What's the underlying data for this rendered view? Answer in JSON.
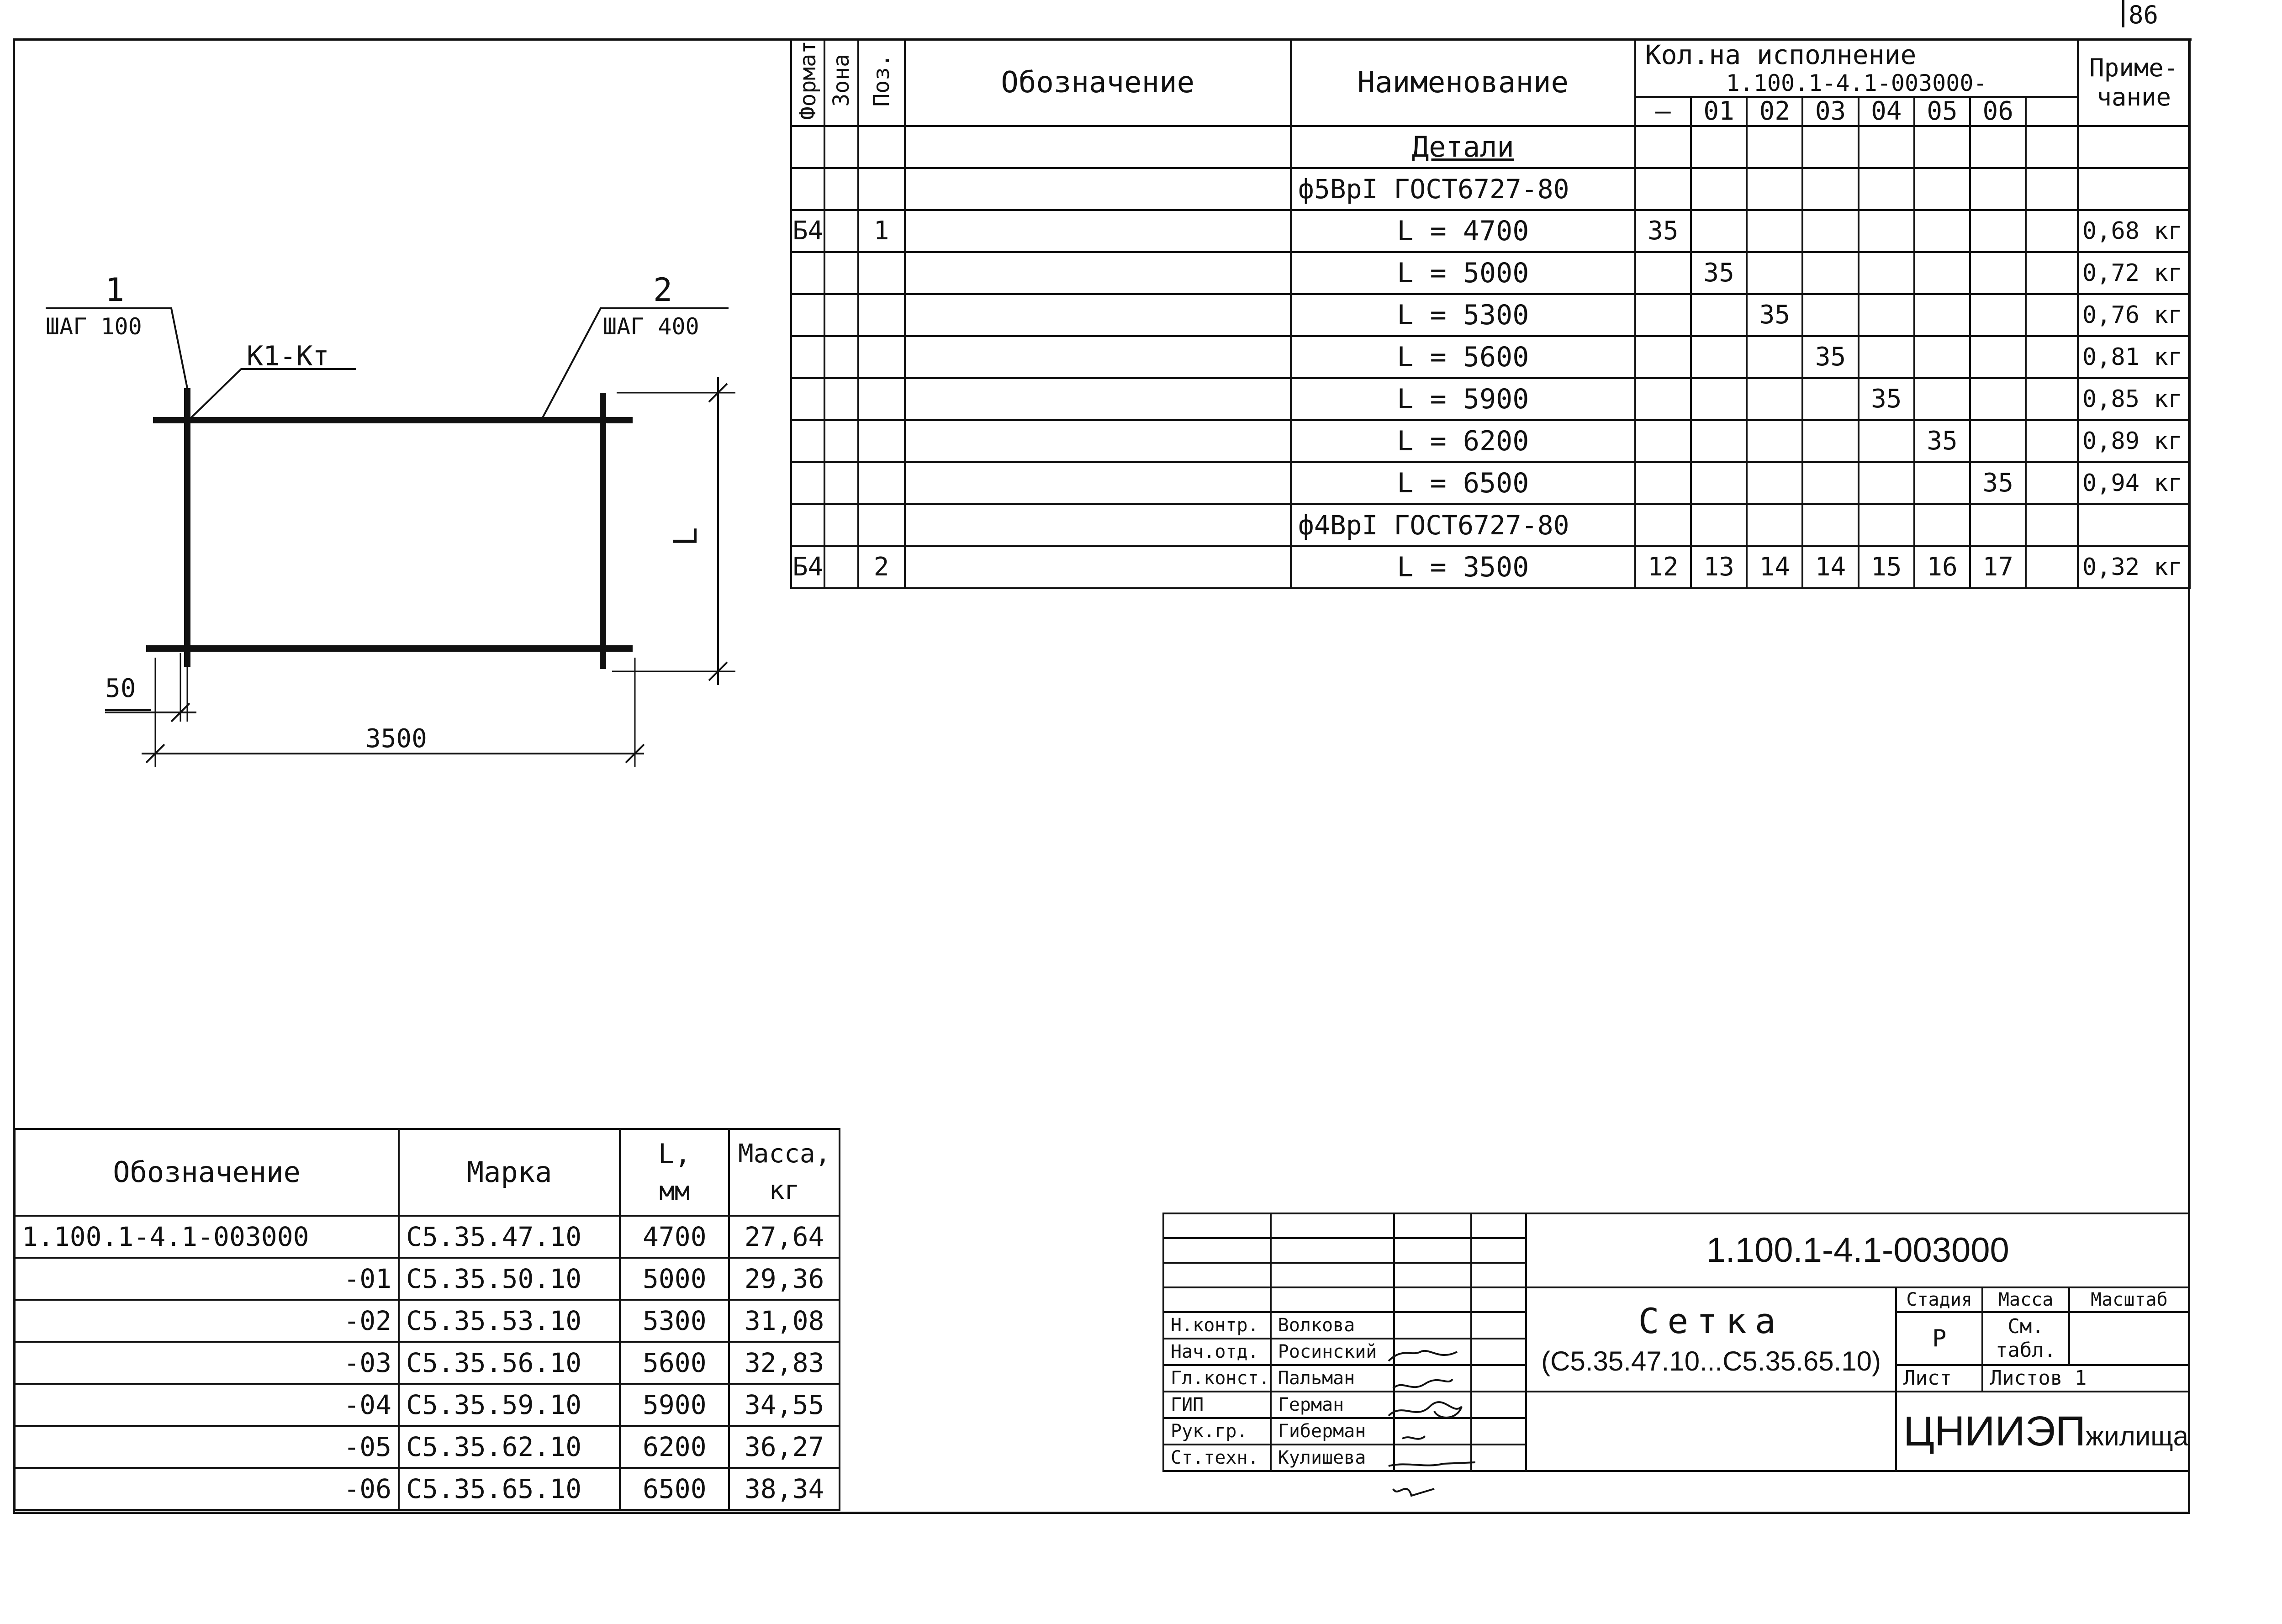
{
  "sheet_number": "86",
  "spec": {
    "headers": {
      "format": "Формат",
      "zone": "Зона",
      "pos": "Поз.",
      "designation": "Обозначение",
      "name": "Наименование",
      "qty_line1": "Кол.на исполнение",
      "qty_line2": "1.100.1-4.1-003000-",
      "note_line1": "Приме-",
      "note_line2": "чание",
      "variants": [
        "—",
        "01",
        "02",
        "03",
        "04",
        "05",
        "06",
        ""
      ]
    },
    "section_title": "Детали",
    "group1": "ф5ВрI ГОСТ6727-80",
    "group2": "ф4ВрI ГОСТ6727-80",
    "rows1": [
      {
        "format": "Б4",
        "pos": "1",
        "name": "L = 4700",
        "qty": [
          "35",
          "",
          "",
          "",
          "",
          "",
          "",
          ""
        ],
        "note": "0,68 кг"
      },
      {
        "format": "",
        "pos": "",
        "name": "L = 5000",
        "qty": [
          "",
          "35",
          "",
          "",
          "",
          "",
          "",
          ""
        ],
        "note": "0,72 кг"
      },
      {
        "format": "",
        "pos": "",
        "name": "L = 5300",
        "qty": [
          "",
          "",
          "35",
          "",
          "",
          "",
          "",
          ""
        ],
        "note": "0,76 кг"
      },
      {
        "format": "",
        "pos": "",
        "name": "L = 5600",
        "qty": [
          "",
          "",
          "",
          "35",
          "",
          "",
          "",
          ""
        ],
        "note": "0,81 кг"
      },
      {
        "format": "",
        "pos": "",
        "name": "L = 5900",
        "qty": [
          "",
          "",
          "",
          "",
          "35",
          "",
          "",
          ""
        ],
        "note": "0,85 кг"
      },
      {
        "format": "",
        "pos": "",
        "name": "L = 6200",
        "qty": [
          "",
          "",
          "",
          "",
          "",
          "35",
          "",
          ""
        ],
        "note": "0,89 кг"
      },
      {
        "format": "",
        "pos": "",
        "name": "L = 6500",
        "qty": [
          "",
          "",
          "",
          "",
          "",
          "",
          "35",
          ""
        ],
        "note": "0,94 кг"
      }
    ],
    "row2": {
      "format": "Б4",
      "pos": "2",
      "name": "L = 3500",
      "qty": [
        "12",
        "13",
        "14",
        "14",
        "15",
        "16",
        "17",
        ""
      ],
      "note": "0,32 кг"
    }
  },
  "drawing": {
    "pos1_label": "1",
    "pos1_step": "ШАГ 100",
    "pos2_label": "2",
    "pos2_step": "ШАГ 400",
    "weld": "К1-Кт",
    "dim_L": "L",
    "dim_50": "50",
    "dim_3500": "3500"
  },
  "mark_table": {
    "headers": {
      "designation": "Обозначение",
      "mark": "Марка",
      "l_line1": "L,",
      "l_line2": "мм",
      "mass_line1": "Масса,",
      "mass_line2": "кг"
    },
    "rows": [
      {
        "designation": "1.100.1-4.1-003000",
        "mark": "С5.35.47.10",
        "l": "4700",
        "mass": "27,64"
      },
      {
        "designation": "-01",
        "mark": "С5.35.50.10",
        "l": "5000",
        "mass": "29,36"
      },
      {
        "designation": "-02",
        "mark": "С5.35.53.10",
        "l": "5300",
        "mass": "31,08"
      },
      {
        "designation": "-03",
        "mark": "С5.35.56.10",
        "l": "5600",
        "mass": "32,83"
      },
      {
        "designation": "-04",
        "mark": "С5.35.59.10",
        "l": "5900",
        "mass": "34,55"
      },
      {
        "designation": "-05",
        "mark": "С5.35.62.10",
        "l": "6200",
        "mass": "36,27"
      },
      {
        "designation": "-06",
        "mark": "С5.35.65.10",
        "l": "6500",
        "mass": "38,34"
      }
    ]
  },
  "title_block": {
    "doc_code": "1.100.1-4.1-003000",
    "title": "Сетка",
    "subtitle": "(С5.35.47.10...С5.35.65.10)",
    "stage_label": "Стадия",
    "mass_label": "Масса",
    "scale_label": "Масштаб",
    "stage": "Р",
    "mass_line1": "См.",
    "mass_line2": "табл.",
    "sheet_label": "Лист",
    "sheets_label": "Листов",
    "sheets_count": "1",
    "org_part1": "ЦНИИЭП",
    "org_part2": "жилища",
    "signers": [
      {
        "role": "Н.контр.",
        "name": "Волкова"
      },
      {
        "role": "Нач.отд.",
        "name": "Росинский"
      },
      {
        "role": "Гл.конст.",
        "name": "Пальман"
      },
      {
        "role": "ГИП",
        "name": "Герман"
      },
      {
        "role": "Рук.гр.",
        "name": "Гиберман"
      },
      {
        "role": "Ст.техн.",
        "name": "Кулишева"
      }
    ]
  }
}
